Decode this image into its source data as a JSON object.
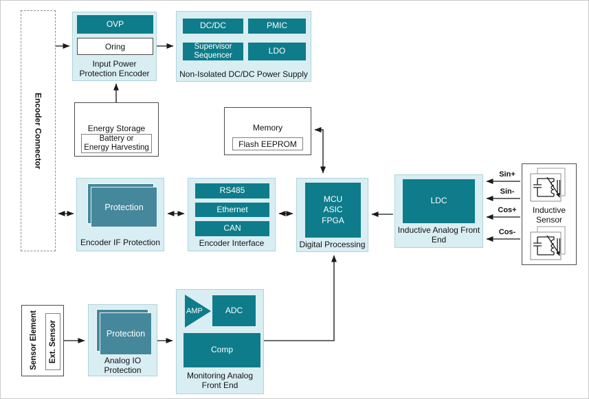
{
  "colors": {
    "block_teal": "#0e7c8a",
    "protection_teal": "#45879b",
    "container_bg": "#d9eef3",
    "container_border": "#aed2db",
    "wire": "#3a3a3a"
  },
  "icons": {
    "resonator": "lc-resonator-icon",
    "amplifier": "amp-triangle-icon"
  },
  "encoder_connector": {
    "label": "Encoder Connector"
  },
  "input_power": {
    "ovp": "OVP",
    "oring": "Oring",
    "label": "Input Power\nProtection Encoder"
  },
  "power_supply": {
    "dcdc": "DC/DC",
    "pmic": "PMIC",
    "supervisor": "Supervisor\nSequencer",
    "ldo": "LDO",
    "label": "Non-Isolated DC/DC Power Supply"
  },
  "energy_storage": {
    "title": "Energy Storage",
    "inner": "Battery or\nEnergy Harvesting"
  },
  "memory": {
    "title": "Memory",
    "inner": "Flash EEPROM"
  },
  "encoder_if_protection": {
    "block": "Protection",
    "label": "Encoder IF Protection"
  },
  "encoder_interface": {
    "blocks": [
      "RS485",
      "Ethernet",
      "CAN"
    ],
    "label": "Encoder Interface"
  },
  "digital_processing": {
    "block": "MCU\nASIC\nFPGA",
    "label": "Digital Processing"
  },
  "inductive_afe": {
    "block": "LDC",
    "label": "Inductive Analog Front\nEnd"
  },
  "inductive_sensor": {
    "label": "Inductive\nSensor",
    "signals": [
      "Sin+",
      "Sin-",
      "Cos+",
      "Cos-"
    ]
  },
  "sensor_element": {
    "title": "Sensor Element",
    "inner": "Ext. Sensor"
  },
  "analog_io_protection": {
    "block": "Protection",
    "label": "Analog IO\nProtection"
  },
  "monitoring_afe": {
    "amp": "AMP",
    "adc": "ADC",
    "comp": "Comp",
    "label": "Monitoring Analog\nFront End"
  }
}
